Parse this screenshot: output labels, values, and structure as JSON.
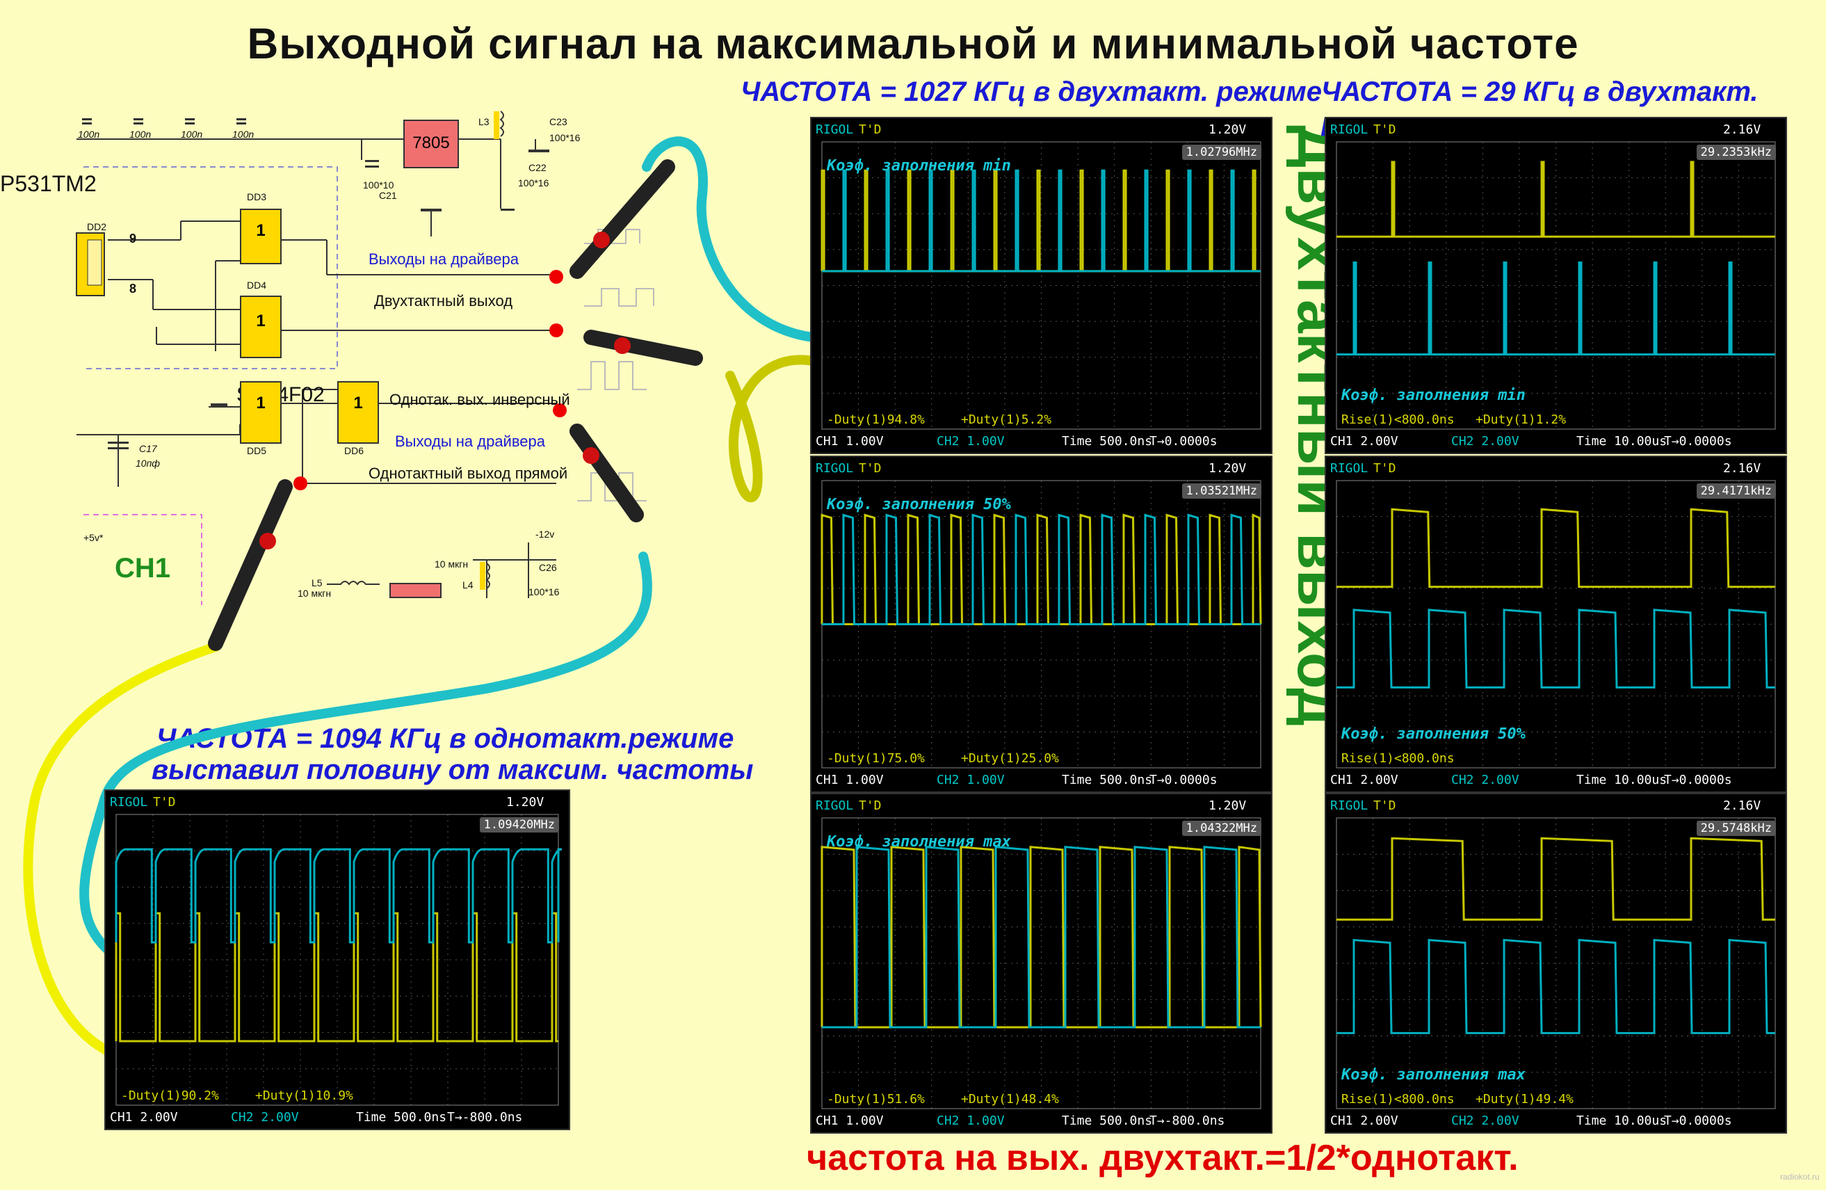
{
  "title": "Выходной сигнал на максимальной и минимальной частоте",
  "headings": {
    "two_stroke_max": "ЧАСТОТА = 1027 КГц в двухтакт. режиме",
    "two_stroke_min": "ЧАСТОТА = 29 КГц в двухтакт. режиме",
    "single_line1": "ЧАСТОТА = 1094 КГц в однотакт.режиме",
    "single_line2": "выставил половину от максим. частоты"
  },
  "vertical_label": "Двухтактный выход",
  "bottom_note": "частота на вых. двухтакт.=1/2*однотакт.",
  "watermark": "radiokot.ru",
  "schematic": {
    "chip": "P531TM2",
    "logic_chip": "SN74F02",
    "regulator": "7805",
    "labels": {
      "drivers_out_1": "Выходы на драйвера",
      "push_pull_out": "Двухтактный выход",
      "single_inv_out": "Однотак. вых. инверсный",
      "drivers_out_2": "Выходы на драйвера",
      "single_direct_out": "Однотактный выход прямой",
      "ch1": "CH1"
    },
    "parts": {
      "dd2": "DD2",
      "dd3": "DD3",
      "dd4": "DD4",
      "dd5": "DD5",
      "dd6": "DD6",
      "gate_one": "1",
      "cap_100n": "100n",
      "c21": "C21",
      "c21_val": "100*10",
      "c22": "C22",
      "c22_val": "100*16",
      "c23": "C23",
      "c23_val": "100*16",
      "c26": "C26",
      "c26_val": "100*16",
      "c17": "C17",
      "c17_val": "10пф",
      "l3": "L3",
      "l4": "L4",
      "l5": "L5",
      "l4_val": "10 мкгн",
      "l5_val": "10 мкгн",
      "v_plus5": "+5v*",
      "v_minus12": "-12v",
      "pin9": "9",
      "pin8": "8"
    }
  },
  "scopes": [
    {
      "id": "single-max",
      "brand": "RIGOL",
      "trig": "T'D",
      "trig_level": "1.20V",
      "freq": "1.09420MHz",
      "duty_title": "",
      "meas1": "-Duty(1)90.2%",
      "meas2": "+Duty(1)10.9%",
      "ch1": "CH1",
      "ch1_scale": "2.00V",
      "ch2": "CH2",
      "ch2_scale": "2.00V",
      "time": "Time 500.0ns",
      "offset": "-800.0ns"
    },
    {
      "id": "pp-max-min",
      "brand": "RIGOL",
      "trig": "T'D",
      "trig_level": "1.20V",
      "freq": "1.02796MHz",
      "duty_title": "Коэф. заполнения min",
      "meas1": "-Duty(1)94.8%",
      "meas2": "+Duty(1)5.2%",
      "ch1": "CH1",
      "ch1_scale": "1.00V",
      "ch2": "CH2",
      "ch2_scale": "1.00V",
      "time": "Time 500.0ns",
      "offset": "0.0000s"
    },
    {
      "id": "pp-max-50",
      "brand": "RIGOL",
      "trig": "T'D",
      "trig_level": "1.20V",
      "freq": "1.03521MHz",
      "duty_title": "Коэф. заполнения 50%",
      "meas1": "-Duty(1)75.0%",
      "meas2": "+Duty(1)25.0%",
      "ch1": "CH1",
      "ch1_scale": "1.00V",
      "ch2": "CH2",
      "ch2_scale": "1.00V",
      "time": "Time 500.0ns",
      "offset": "0.0000s"
    },
    {
      "id": "pp-max-max",
      "brand": "RIGOL",
      "trig": "T'D",
      "trig_level": "1.20V",
      "freq": "1.04322MHz",
      "duty_title": "Коэф. заполнения max",
      "meas1": "-Duty(1)51.6%",
      "meas2": "+Duty(1)48.4%",
      "ch1": "CH1",
      "ch1_scale": "1.00V",
      "ch2": "CH2",
      "ch2_scale": "1.00V",
      "time": "Time 500.0ns",
      "offset": "-800.0ns"
    },
    {
      "id": "pp-min-min",
      "brand": "RIGOL",
      "trig": "T'D",
      "trig_level": "2.16V",
      "freq": "29.2353kHz",
      "duty_title": "Коэф. заполнения min",
      "meas1": "Rise(1)<800.0ns",
      "meas2": "+Duty(1)1.2%",
      "ch1": "CH1",
      "ch1_scale": "2.00V",
      "ch2": "CH2",
      "ch2_scale": "2.00V",
      "time": "Time 10.00us",
      "offset": "0.0000s"
    },
    {
      "id": "pp-min-50",
      "brand": "RIGOL",
      "trig": "T'D",
      "trig_level": "2.16V",
      "freq": "29.4171kHz",
      "duty_title": "Коэф. заполнения 50%",
      "meas1": "Rise(1)<800.0ns",
      "meas2": "",
      "ch1": "CH1",
      "ch1_scale": "2.00V",
      "ch2": "CH2",
      "ch2_scale": "2.00V",
      "time": "Time 10.00us",
      "offset": "0.0000s"
    },
    {
      "id": "pp-min-max",
      "brand": "RIGOL",
      "trig": "T'D",
      "trig_level": "2.16V",
      "freq": "29.5748kHz",
      "duty_title": "Коэф. заполнения max",
      "meas1": "Rise(1)<800.0ns",
      "meas2": "+Duty(1)49.4%",
      "ch1": "CH1",
      "ch1_scale": "2.00V",
      "ch2": "CH2",
      "ch2_scale": "2.00V",
      "time": "Time 10.00us",
      "offset": "0.0000s"
    }
  ],
  "colors": {
    "background": "#fdfdc0",
    "ch1_trace": "#c8c800",
    "ch2_trace": "#00b0c0",
    "title_blue": "#1a1ad6",
    "note_red": "#e00000",
    "vertical_green": "#1e8f1e",
    "probe_cable_cyan": "#20c0c8",
    "probe_cable_yellow": "#f0f000"
  }
}
